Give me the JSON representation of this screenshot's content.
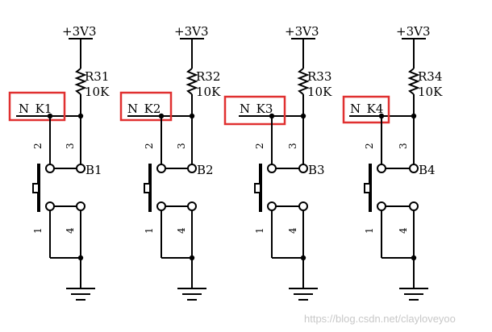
{
  "circuits": [
    {
      "supply": "+3V3",
      "resistor": "R31",
      "value": "10K",
      "net": "N_K1",
      "button": "B1",
      "pins": [
        "2",
        "3",
        "1",
        "4"
      ]
    },
    {
      "supply": "+3V3",
      "resistor": "R32",
      "value": "10K",
      "net": "N_K2",
      "button": "B2",
      "pins": [
        "2",
        "3",
        "1",
        "4"
      ]
    },
    {
      "supply": "+3V3",
      "resistor": "R33",
      "value": "10K",
      "net": "N_K3",
      "button": "B3",
      "pins": [
        "2",
        "3",
        "1",
        "4"
      ]
    },
    {
      "supply": "+3V3",
      "resistor": "R34",
      "value": "10K",
      "net": "N_K4",
      "button": "B4",
      "pins": [
        "2",
        "3",
        "1",
        "4"
      ]
    }
  ],
  "watermark": "https://blog.csdn.net/clayloveyoo",
  "colors": {
    "wire": "#000000",
    "highlight": "#e03030",
    "watermark": "#c8c8c8"
  }
}
